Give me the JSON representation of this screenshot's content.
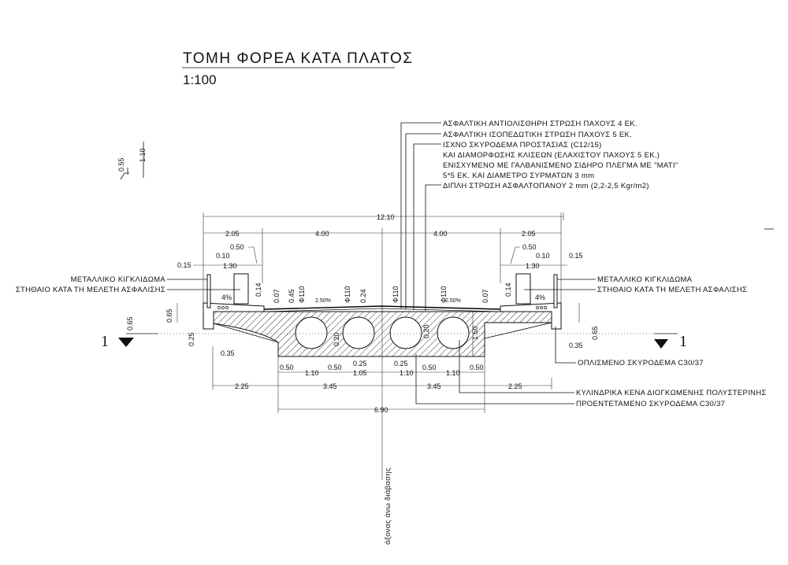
{
  "title": "ΤΟΜΗ ΦΟΡΕΑ ΚΑΤΑ ΠΛΑΤΟΣ",
  "scale": "1:100",
  "notes": [
    "ΑΣΦΑΛΤΙΚΗ ΑΝΤΙΟΛΙΣΘΗΡΗ ΣΤΡΩΣΗ ΠΑΧΟΥΣ 4 ΕΚ.",
    "ΑΣΦΑΛΤΙΚΗ ΙΣΟΠΕΔΩΤΙΚΗ ΣΤΡΩΣΗ ΠΑΧΟΥΣ 5 ΕΚ.",
    "ΙΣΧΝΟ ΣΚΥΡΟΔΕΜΑ ΠΡΟΣΤΑΣΙΑΣ (C12/15)",
    "ΚΑΙ ΔΙΑΜΟΡΦΩΣΗΣ ΚΛΙΣΕΩΝ (ΕΛΑΧΙΣΤΟΥ ΠΑΧΟΥΣ 5 ΕΚ.)",
    "ΕΝΙΣΧΥΜΕΝΟ ΜΕ ΓΑΛΒΑΝΙΣΜΕΝΟ ΣΙΔΗΡΟ ΠΛΕΓΜΑ ΜΕ \"ΜΑΤΙ\"",
    "5*5 ΕΚ. ΚΑΙ ΔΙΑΜΕΤΡΟ ΣΥΡΜΑΤΩΝ 3 mm",
    "ΔΙΠΛΗ ΣΤΡΩΣΗ ΑΣΦΑΛΤΟΠΑΝΟΥ 2 mm (2,2-2,5 Kgr/m2)"
  ],
  "labels": {
    "railing": "ΜΕΤΑΛΛΙΚΟ ΚΙΓΚΛΙΔΩΜΑ",
    "barrier": "ΣΤΗΘΑΙΟ ΚΑΤΑ ΤΗ ΜΕΛΕΤΗ ΑΣΦΑΛΙΣΗΣ",
    "reinforced": "ΟΠΛΙΣΜΕΝΟ ΣΚΥΡΟΔΕΜΑ C30/37",
    "voids": "ΚΥΛΙΝΔΡΙΚΑ ΚΕΝΑ ΔΙΟΓΚΩΜΕΝΗΣ ΠΟΛΥΣΤΕΡΙΝΗΣ",
    "prestressed": "ΠΡΟΕΝΤΕΤΑΜΕΝΟ ΣΚΥΡΟΔΕΜΑ C30/37",
    "axis": "άξονας άνω διάβασης",
    "section": "1"
  },
  "dims": {
    "total": "12.10",
    "side": "2.05",
    "lane": "4.00",
    "d050": "0.50",
    "d010": "0.10",
    "d130": "1.30",
    "d015": "0.15",
    "d065": "0.65",
    "d025": "0.25",
    "d035": "0.35",
    "d014": "0.14",
    "d007": "0.07",
    "d045": "0.45",
    "phi": "Φ110",
    "d024": "0.24",
    "d020": "0.20",
    "d150": "1.50",
    "d110": "1.10",
    "d105": "1.05",
    "d225": "2.25",
    "d345": "3.45",
    "d690": "6.90",
    "d055": "0.55",
    "d110v": "1.10",
    "slope_cross": "2.50%",
    "slope_side": "4%"
  }
}
